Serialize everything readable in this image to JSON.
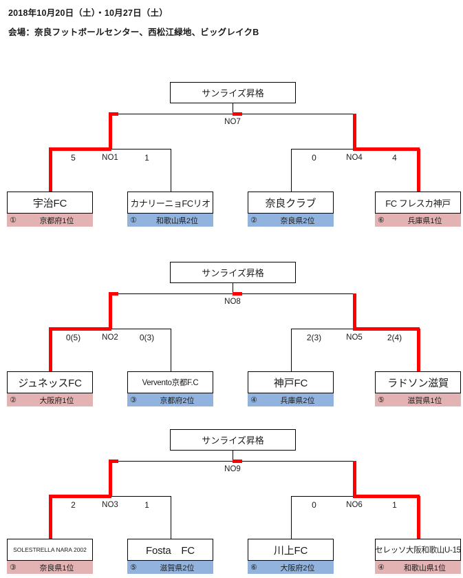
{
  "header": {
    "date": "2018年10月20日（土）・10月27日（土）",
    "venue": "会場：奈良フットボールセンター、西松江緑地、ビッグレイクB"
  },
  "colors": {
    "winner_line": "#ff0000",
    "line": "#000000",
    "seed_pink": "#e3b3b3",
    "seed_blue": "#92b3dd",
    "background": "#ffffff"
  },
  "brackets": [
    {
      "title": "サンライズ昇格",
      "final_label": "NO7",
      "matches": [
        {
          "label": "NO1",
          "left_score": "5",
          "right_score": "1",
          "winner": "left",
          "teams": [
            {
              "name": "宇治FC",
              "seed": "①",
              "qualifier": "京都府1位",
              "color": "pink"
            },
            {
              "name": "カナリーニョFCリオ",
              "seed": "①",
              "qualifier": "和歌山県2位",
              "color": "blue"
            }
          ]
        },
        {
          "label": "NO4",
          "left_score": "0",
          "right_score": "4",
          "winner": "right",
          "teams": [
            {
              "name": "奈良クラブ",
              "seed": "②",
              "qualifier": "奈良県2位",
              "color": "blue"
            },
            {
              "name": "FC フレスカ神戸",
              "seed": "⑥",
              "qualifier": "兵庫県1位",
              "color": "pink"
            }
          ]
        }
      ]
    },
    {
      "title": "サンライズ昇格",
      "final_label": "NO8",
      "matches": [
        {
          "label": "NO2",
          "left_score": "0(5)",
          "right_score": "0(3)",
          "winner": "left",
          "teams": [
            {
              "name": "ジュネッスFC",
              "seed": "②",
              "qualifier": "大阪府1位",
              "color": "pink"
            },
            {
              "name": "Vervento京都F.C",
              "seed": "③",
              "qualifier": "京都府2位",
              "color": "blue"
            }
          ]
        },
        {
          "label": "NO5",
          "left_score": "2(3)",
          "right_score": "2(4)",
          "winner": "right",
          "teams": [
            {
              "name": "神戸FC",
              "seed": "④",
              "qualifier": "兵庫県2位",
              "color": "blue"
            },
            {
              "name": "ラドソン滋賀",
              "seed": "⑤",
              "qualifier": "滋賀県1位",
              "color": "pink"
            }
          ]
        }
      ]
    },
    {
      "title": "サンライズ昇格",
      "final_label": "NO9",
      "matches": [
        {
          "label": "NO3",
          "left_score": "2",
          "right_score": "1",
          "winner": "left",
          "teams": [
            {
              "name": "SOLESTRELLA NARA 2002",
              "seed": "③",
              "qualifier": "奈良県1位",
              "color": "pink"
            },
            {
              "name": "Fosta　FC",
              "seed": "⑤",
              "qualifier": "滋賀県2位",
              "color": "blue"
            }
          ]
        },
        {
          "label": "NO6",
          "left_score": "0",
          "right_score": "1",
          "winner": "right",
          "teams": [
            {
              "name": "川上FC",
              "seed": "⑥",
              "qualifier": "大阪府2位",
              "color": "blue"
            },
            {
              "name": "セレッソ大阪和歌山U-15",
              "seed": "④",
              "qualifier": "和歌山県1位",
              "color": "pink"
            }
          ]
        }
      ]
    }
  ]
}
